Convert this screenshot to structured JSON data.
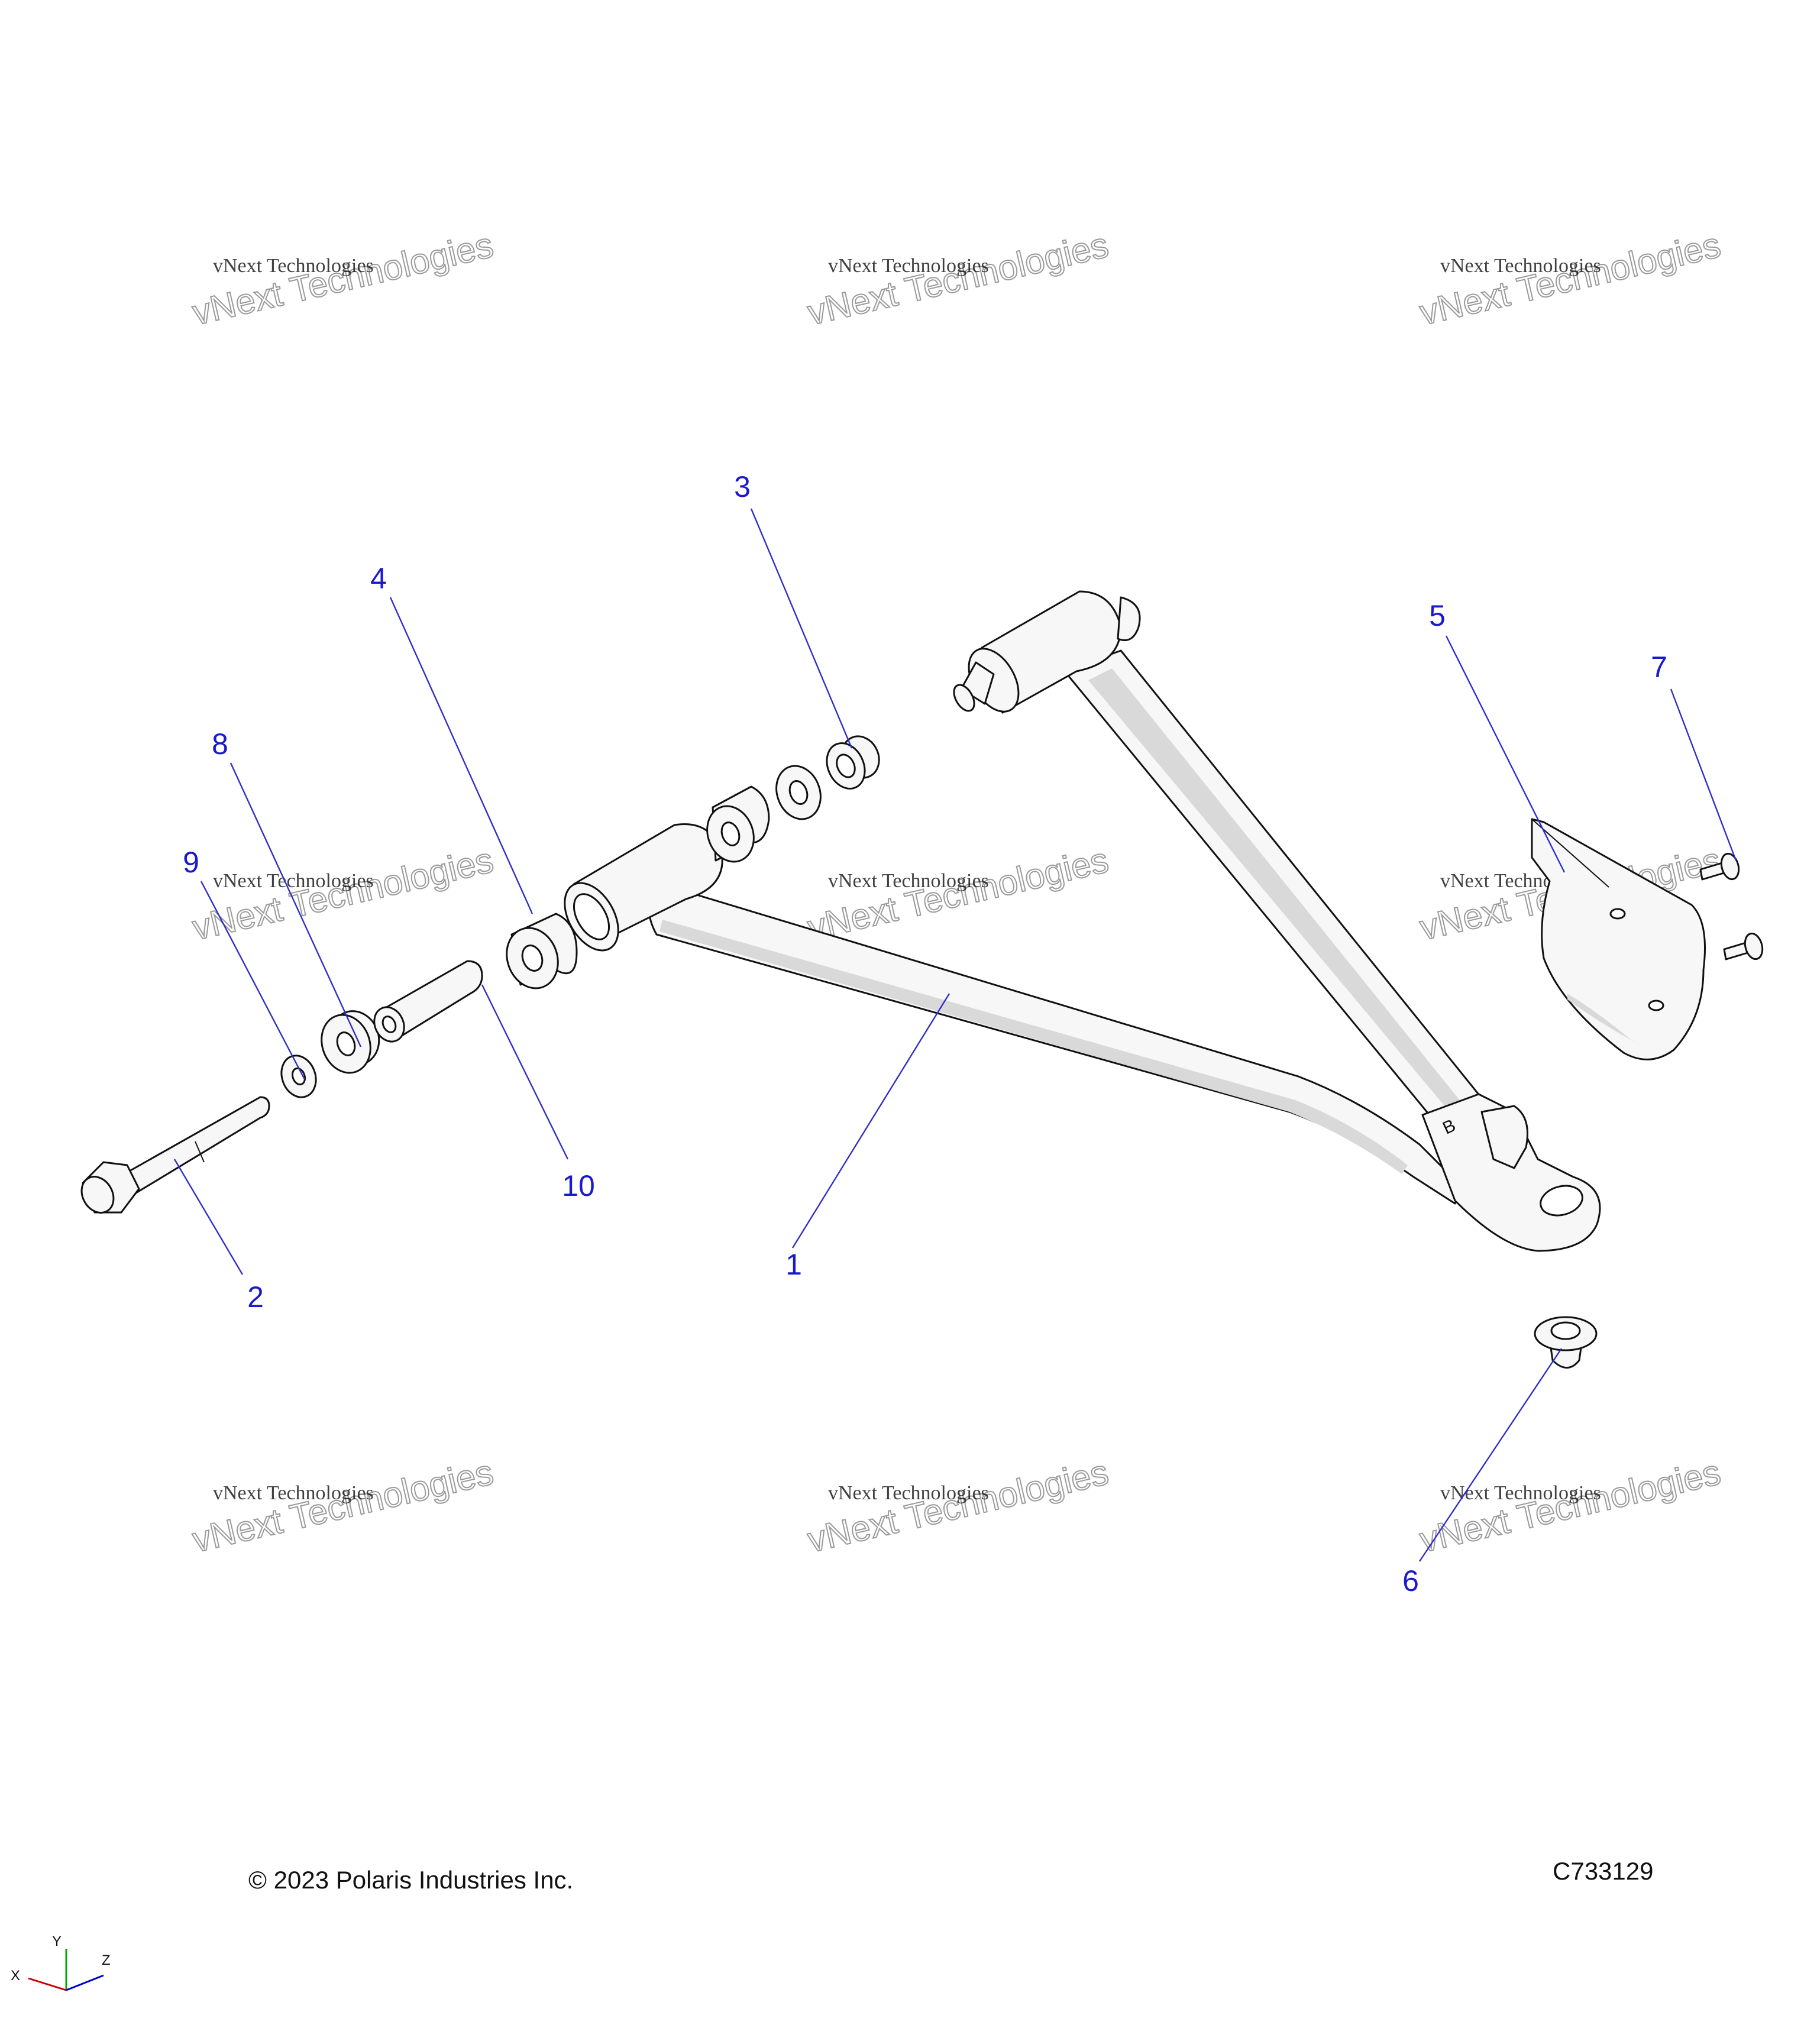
{
  "watermark": {
    "line1": "vNext Technologies",
    "line2": "vNext Technologies"
  },
  "callouts": [
    {
      "id": "1",
      "label": "1"
    },
    {
      "id": "2",
      "label": "2"
    },
    {
      "id": "3",
      "label": "3"
    },
    {
      "id": "4",
      "label": "4"
    },
    {
      "id": "5",
      "label": "5"
    },
    {
      "id": "6",
      "label": "6"
    },
    {
      "id": "7",
      "label": "7"
    },
    {
      "id": "8",
      "label": "8"
    },
    {
      "id": "9",
      "label": "9"
    },
    {
      "id": "10",
      "label": "10"
    }
  ],
  "footer": {
    "copyright": "© 2023 Polaris Industries Inc.",
    "diagram_number": "C733129"
  },
  "axes": {
    "x": "X",
    "y": "Y",
    "z": "Z",
    "colors": {
      "x": "#cc0000",
      "y": "#00aa00",
      "z": "#0000cc"
    }
  },
  "arm_mark": "B"
}
